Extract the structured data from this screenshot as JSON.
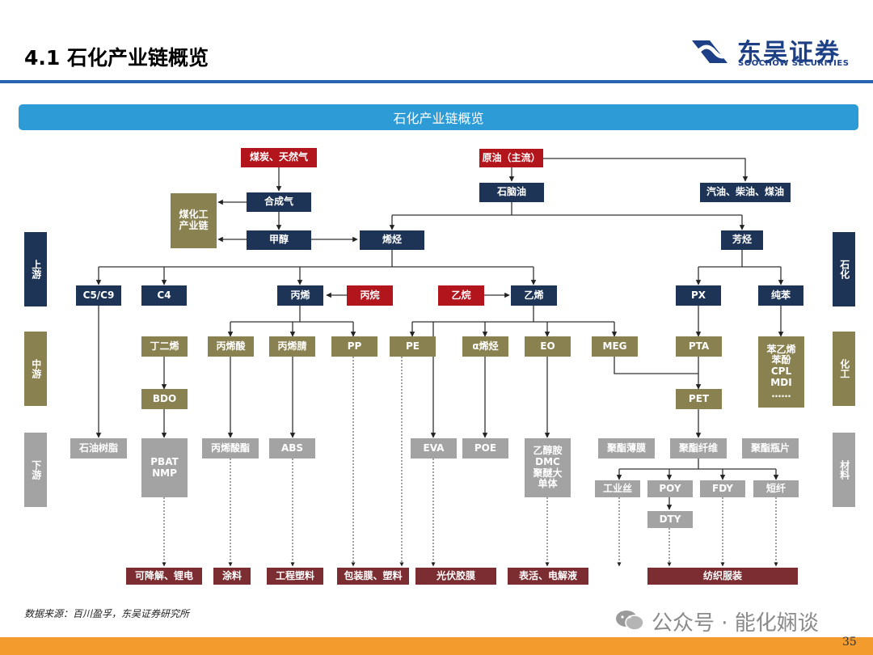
{
  "header": {
    "title": "4.1 石化产业链概览",
    "logo_cn": "东吴证券",
    "logo_en": "SOOCHOW SECURITIES"
  },
  "banner": "石化产业链概览",
  "stages_left": [
    "上游",
    "中游",
    "下游"
  ],
  "stages_right": [
    "石化",
    "化工",
    "材料"
  ],
  "nodes": {
    "coal_gas": "煤炭、天然气",
    "crude": "原油（主流）",
    "syngas": "合成气",
    "naphtha": "石脑油",
    "fuels": "汽油、柴油、煤油",
    "coal_chem": "煤化工\n产业链",
    "methanol": "甲醇",
    "olefins": "烯烃",
    "aromatics": "芳烃",
    "c5c9": "C5/C9",
    "c4": "C4",
    "propylene": "丙烯",
    "propane": "丙烷",
    "ethane": "乙烷",
    "ethylene": "乙烯",
    "px": "PX",
    "benzene": "纯苯",
    "butadiene": "丁二烯",
    "acrylic_acid": "丙烯酸",
    "acrylonitrile": "丙烯腈",
    "pp": "PP",
    "pe": "PE",
    "alpha_olefin": "α烯烃",
    "eo": "EO",
    "meg": "MEG",
    "pta": "PTA",
    "benzene_deriv": "苯乙烯\n苯酚\nCPL\nMDI\n……",
    "bdo": "BDO",
    "pet": "PET",
    "petroleum_resin": "石油树脂",
    "pbat": "PBAT\nNMP",
    "acrylate": "丙烯酸酯",
    "abs": "ABS",
    "eva": "EVA",
    "poe": "POE",
    "eo_deriv": "乙醇胺\nDMC\n聚醚大\n单体",
    "polyester_film": "聚酯薄膜",
    "polyester_fiber": "聚酯纤维",
    "polyester_bottle": "聚酯瓶片",
    "industrial_yarn": "工业丝",
    "poy": "POY",
    "fdy": "FDY",
    "staple": "短纤",
    "dty": "DTY",
    "end_degradable": "可降解、锂电",
    "end_coating": "涂料",
    "end_eng_plastic": "工程塑料",
    "end_packaging": "包装膜、塑料",
    "end_pv": "光伏胶膜",
    "end_surface": "表活、电解液",
    "end_textile": "纺织服装"
  },
  "source": "数据来源：百川盈孚，东吴证券研究所",
  "watermark": "公众号 · 能化娴谈",
  "page_number": "35",
  "colors": {
    "red": "#b3151c",
    "navy": "#1d3457",
    "olive": "#8a8150",
    "gray": "#a3a3a3",
    "maroon": "#7c2d31",
    "banner": "#2c9bd6",
    "header_line": "#2a64b0",
    "footer": "#f39b2c",
    "brand": "#1c3f86"
  }
}
